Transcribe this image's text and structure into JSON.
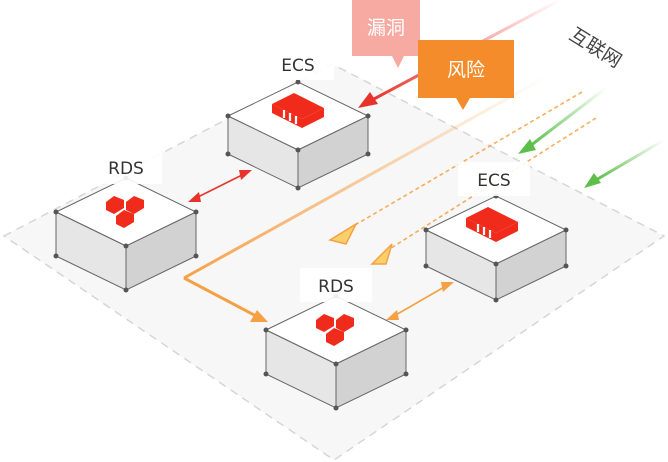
{
  "internet_label": "互联网",
  "callouts": {
    "vulnerability": "漏洞",
    "risk": "风险"
  },
  "nodes": [
    {
      "id": "ecs-top",
      "label": "ECS",
      "kind": "ecs"
    },
    {
      "id": "rds-left",
      "label": "RDS",
      "kind": "rds"
    },
    {
      "id": "ecs-right",
      "label": "ECS",
      "kind": "ecs"
    },
    {
      "id": "rds-bottom",
      "label": "RDS",
      "kind": "rds"
    }
  ],
  "colors": {
    "vulnerability_callout": "#f7aaa2",
    "risk_callout": "#f48c2b",
    "red_arrow": "#e8332a",
    "orange_arrow": "#f5a045",
    "green_arrow": "#5cbf4a",
    "icon_red": "#f02b1c",
    "platform_border": "#d0d0d0"
  }
}
